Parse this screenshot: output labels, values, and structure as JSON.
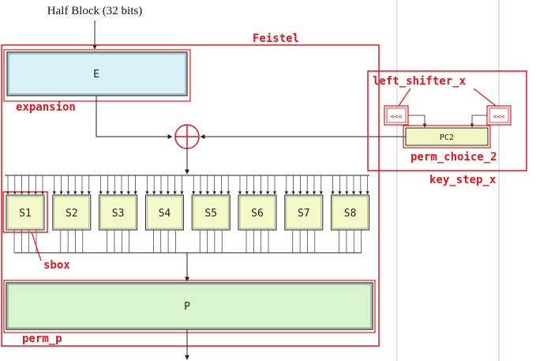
{
  "input_label": "Half Block (32 bits)",
  "modules": {
    "feistel": "Feistel",
    "expansion": "expansion",
    "sbox": "sbox",
    "perm_p": "perm_p",
    "left_shifter": "left_shifter_x",
    "perm_choice": "perm_choice_2",
    "key_step": "key_step_x"
  },
  "blocks": {
    "e": "E",
    "p": "P",
    "pc2": "PC2",
    "shift_left": "<<<",
    "shift_right": "<<<"
  },
  "sboxes": [
    "S1",
    "S2",
    "S3",
    "S4",
    "S5",
    "S6",
    "S7",
    "S8"
  ],
  "colors": {
    "highlight": "#e8141b",
    "e_fill": "#d8f0f7",
    "sbox_fill": "#f3f9c8",
    "p_fill": "#d8f4cf",
    "pc2_fill": "#f1f7c2",
    "line": "#222222",
    "gridline": "#c8c8c8"
  }
}
